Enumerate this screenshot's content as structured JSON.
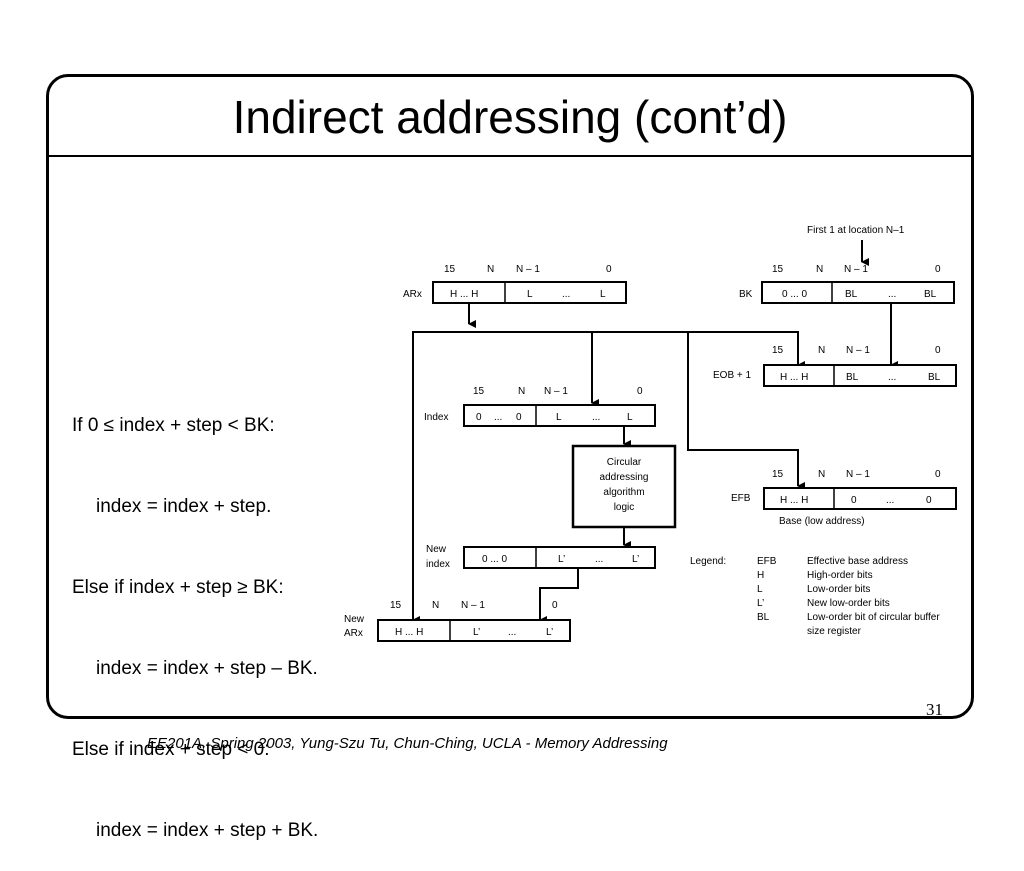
{
  "slide": {
    "title": "Indirect addressing (cont’d)",
    "page_number": "31",
    "footer": "EE201A, Spring 2003, Yung-Szu Tu, Chun-Ching, UCLA - Memory Addressing"
  },
  "rules": [
    "If 0 ≤ index + step < BK:",
    "index = index + step.",
    "Else if index + step ≥ BK:",
    "index = index + step – BK.",
    "Else if index + step < 0:",
    "index = index + step + BK."
  ],
  "diagram": {
    "first1_label": "First 1 at location N–1",
    "arx": {
      "label": "ARx",
      "bits": [
        "15",
        "N",
        "N – 1",
        "0"
      ],
      "fields": [
        "H ... H",
        "L",
        "...",
        "L"
      ]
    },
    "bk": {
      "label": "BK",
      "bits": [
        "15",
        "N",
        "N – 1",
        "0"
      ],
      "fields": [
        "0 ... 0",
        "BL",
        "...",
        "BL"
      ]
    },
    "eob": {
      "label": "EOB + 1",
      "bits": [
        "15",
        "N",
        "N – 1",
        "0"
      ],
      "fields": [
        "H ... H",
        "BL",
        "...",
        "BL"
      ]
    },
    "index": {
      "label": "Index",
      "bits": [
        "15",
        "N",
        "N – 1",
        "0"
      ],
      "fields": [
        "0",
        "...",
        "0",
        "L",
        "...",
        "L"
      ]
    },
    "logic": [
      "Circular",
      "addressing",
      "algorithm",
      "logic"
    ],
    "efb": {
      "label": "EFB",
      "bits": [
        "15",
        "N",
        "N – 1",
        "0"
      ],
      "fields": [
        "H ... H",
        "0",
        "...",
        "0"
      ],
      "caption": "Base (low address)"
    },
    "new_index": {
      "label": [
        "New",
        "index"
      ],
      "fields": [
        "0 ... 0",
        "L’",
        "...",
        "L’"
      ]
    },
    "new_arx": {
      "label": [
        "New",
        "ARx"
      ],
      "bits": [
        "15",
        "N",
        "N – 1",
        "0"
      ],
      "fields": [
        "H ... H",
        "L’",
        "...",
        "L’"
      ]
    },
    "legend": {
      "title": "Legend:",
      "items": [
        {
          "abbr": "EFB",
          "desc": [
            "Effective base address"
          ]
        },
        {
          "abbr": "H",
          "desc": [
            "High-order bits"
          ]
        },
        {
          "abbr": "L",
          "desc": [
            "Low-order bits"
          ]
        },
        {
          "abbr": "L’",
          "desc": [
            "New low-order bits"
          ]
        },
        {
          "abbr": "BL",
          "desc": [
            "Low-order bit of circular buffer",
            "size register"
          ]
        }
      ]
    }
  }
}
